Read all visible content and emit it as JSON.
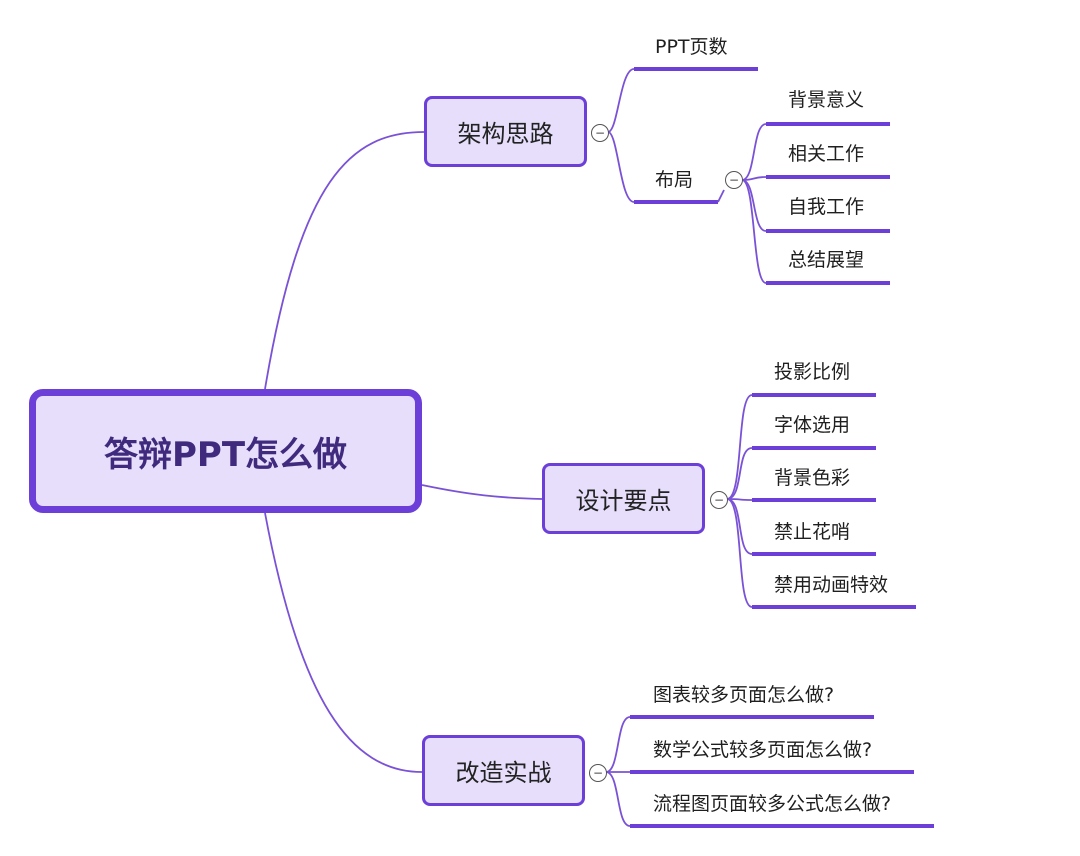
{
  "root": {
    "label": "答辩PPT怎么做"
  },
  "branches": [
    {
      "label": "架构思路",
      "children": [
        {
          "label": "PPT页数"
        },
        {
          "label": "布局",
          "children": [
            {
              "label": "背景意义"
            },
            {
              "label": "相关工作"
            },
            {
              "label": "自我工作"
            },
            {
              "label": "总结展望"
            }
          ]
        }
      ]
    },
    {
      "label": "设计要点",
      "children": [
        {
          "label": "投影比例"
        },
        {
          "label": "字体选用"
        },
        {
          "label": "背景色彩"
        },
        {
          "label": "禁止花哨"
        },
        {
          "label": "禁用动画特效"
        }
      ]
    },
    {
      "label": "改造实战",
      "children": [
        {
          "label": "图表较多页面怎么做?"
        },
        {
          "label": "数学公式较多页面怎么做?"
        },
        {
          "label": "流程图页面较多公式怎么做?"
        }
      ]
    }
  ],
  "collapse_symbol": "⊖",
  "colors": {
    "accent": "#6b3fd8",
    "line": "#7a52d6",
    "node_fill": "#e6defb",
    "root_text": "#3f2a7e"
  }
}
